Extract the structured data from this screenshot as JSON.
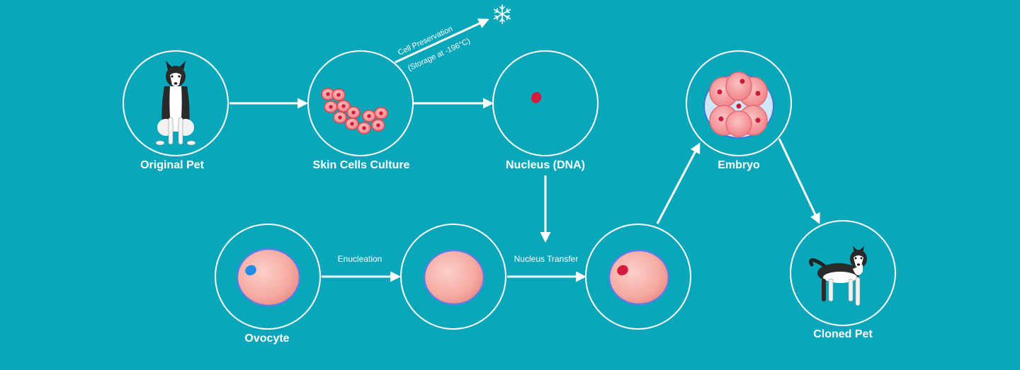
{
  "nodes": {
    "original_pet": "Original Pet",
    "skin_cells": "Skin Cells Culture",
    "nucleus": "Nucleus (DNA)",
    "embryo": "Embryo",
    "ovocyte": "Ovocyte",
    "cloned_pet": "Cloned Pet"
  },
  "edges": {
    "enucleation": "Enucleation",
    "nucleus_transfer": "Nucleus Transfer",
    "cell_preservation": "Cell Preservation",
    "storage": "(Storage at -196°C)"
  },
  "colors": {
    "background": "#0aa6b9",
    "line": "#ffffff",
    "egg": "#f6b2ab",
    "nucleus_red": "#d21e3c",
    "nucleus_blue": "#1e8ee0"
  }
}
